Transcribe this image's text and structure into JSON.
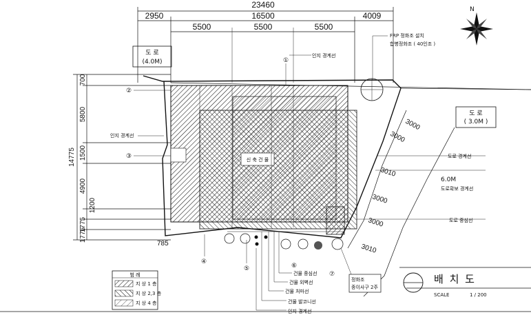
{
  "dimensions": {
    "top_total": "23460",
    "top_left": "2950",
    "top_mid": "16500",
    "top_right": "4009",
    "bays": [
      "5500",
      "5500",
      "5500"
    ],
    "left_total": "14775",
    "left_segments": [
      "700",
      "5800",
      "1500",
      "4900",
      "1200",
      "1775",
      "1776"
    ],
    "bottom_offset": "785",
    "diagonal": [
      "3000",
      "3000",
      "3010",
      "3000",
      "3000",
      "3010"
    ]
  },
  "roads": {
    "left_road": {
      "name": "도  로",
      "width": "(4.0M)"
    },
    "right_road": {
      "name": "도  로",
      "width": "( 3.0M )"
    }
  },
  "labels": {
    "frp": "FRP 정화조 설치",
    "frp_sub": "합병정화조 ( 40인조 )",
    "lot_line_top": "인지 경계선",
    "lot_line_left": "인지 경계선",
    "road_boundary": "도로 경계선",
    "road_width": "6.0M",
    "road_setback": "도로확보 경계선",
    "road_center": "도로 중심선",
    "building": "신 축 건 물",
    "bldg_center": "건물 중심선",
    "bldg_outer": "건물 외벽선",
    "bldg_eaves": "건물 처마선",
    "bldg_found": "건물 발코니선",
    "lot_line_bottom": "인지 경계선",
    "septic": "정화조",
    "septic_sub": "종이사구 2주"
  },
  "markers": [
    "①",
    "②",
    "③",
    "④",
    "⑤",
    "⑥",
    "⑦"
  ],
  "legend": {
    "header": "범  례",
    "items": [
      "지 상 1 층",
      "지 상 2,3 층",
      "지 상 4 층"
    ]
  },
  "title": {
    "name": "배    치    도",
    "scale_label": "SCALE",
    "scale_value": "1 / 200"
  },
  "compass": "N"
}
